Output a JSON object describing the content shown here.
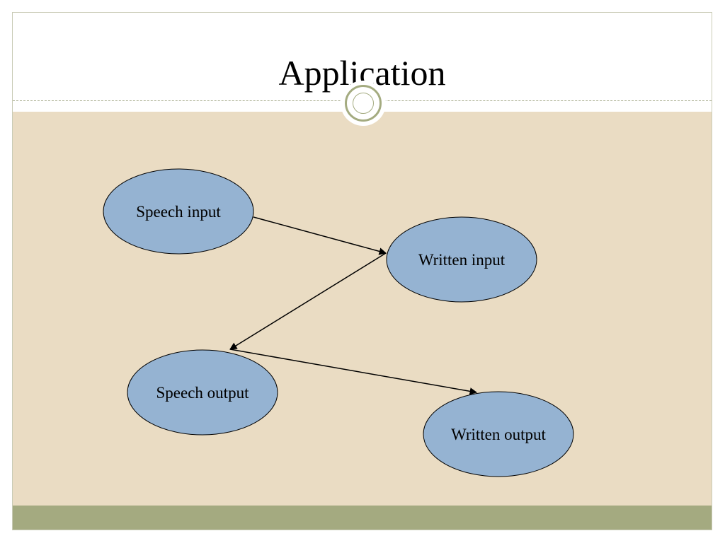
{
  "slide": {
    "title": "Application"
  },
  "diagram": {
    "nodes": {
      "speech_input": "Speech input",
      "written_input": "Written input",
      "speech_output": "Speech output",
      "written_output": "Written output"
    },
    "edges": [
      {
        "from": "speech_input",
        "to": "written_input"
      },
      {
        "from": "written_input",
        "to": "speech_output"
      },
      {
        "from": "speech_output",
        "to": "written_output"
      }
    ]
  },
  "colors": {
    "node_fill": "#95b3d2",
    "content_background": "#eadcc3",
    "footer_bar": "#a4aa80"
  }
}
